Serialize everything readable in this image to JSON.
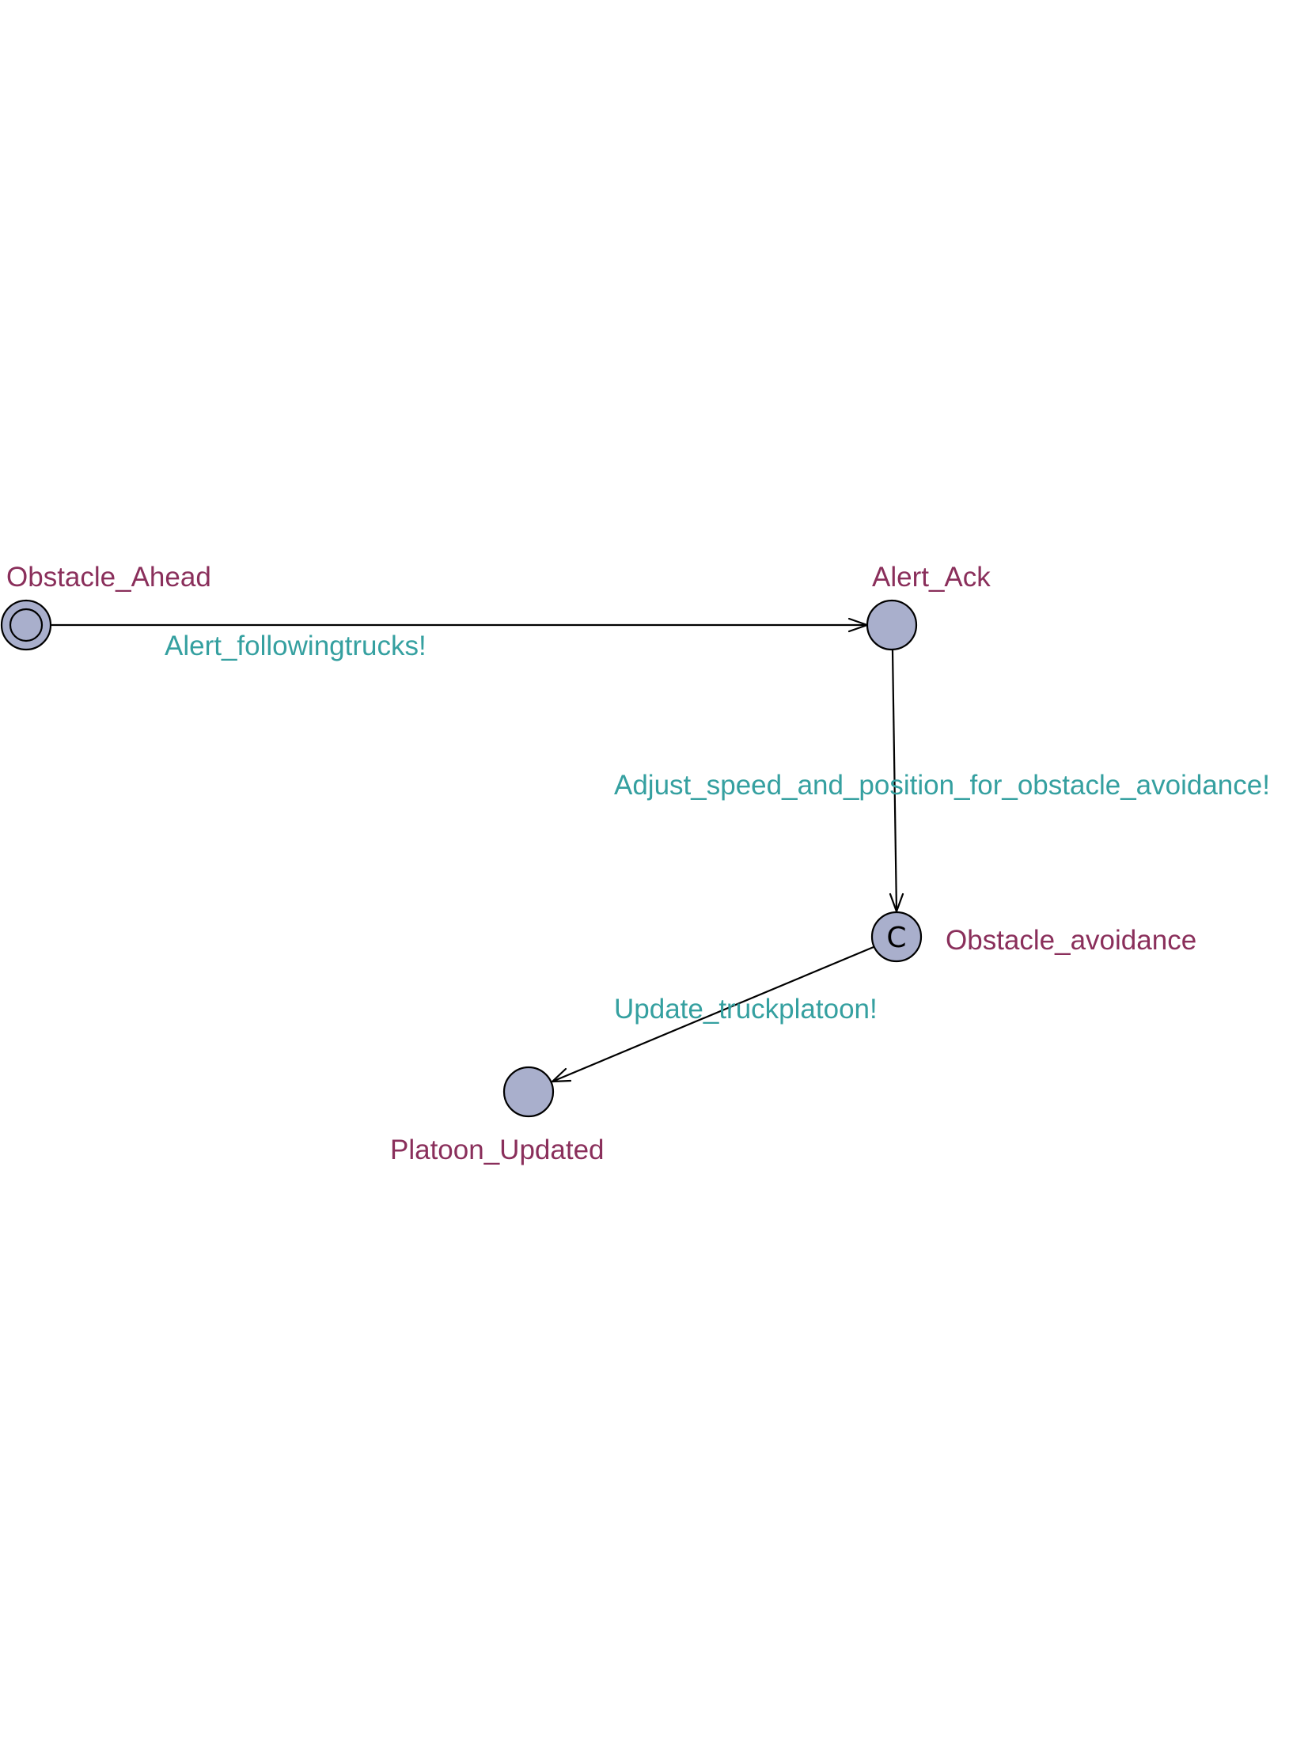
{
  "colors": {
    "state_fill": "#a9afcc",
    "state_label": "#8a2f5b",
    "edge_label": "#35a0a0",
    "line": "#000000",
    "background": "#ffffff"
  },
  "states": {
    "obstacle_ahead": {
      "name": "Obstacle_Ahead",
      "initial": true
    },
    "alert_ack": {
      "name": "Alert_Ack"
    },
    "obstacle_avoidance": {
      "name": "Obstacle_avoidance",
      "committed_marker": "C"
    },
    "platoon_updated": {
      "name": "Platoon_Updated"
    }
  },
  "transitions": {
    "alert_following": {
      "label": "Alert_followingtrucks!",
      "from": "Obstacle_Ahead",
      "to": "Alert_Ack"
    },
    "adjust_speed": {
      "label": "Adjust_speed_and_position_for_obstacle_avoidance!",
      "from": "Alert_Ack",
      "to": "Obstacle_avoidance"
    },
    "update_platoon": {
      "label": "Update_truckplatoon!",
      "from": "Obstacle_avoidance",
      "to": "Platoon_Updated"
    }
  }
}
